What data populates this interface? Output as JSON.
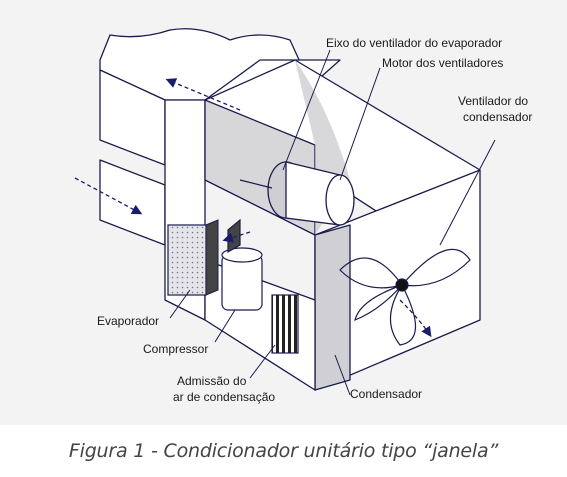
{
  "labels": {
    "eixo": "Eixo do ventilador do evaporador",
    "motor": "Motor dos ventiladores",
    "ventilador_l1": "Ventilador do",
    "ventilador_l2": "condensador",
    "evaporador": "Evaporador",
    "compressor": "Compressor",
    "admissao_l1": "Admissão do",
    "admissao_l2": "ar de condensação",
    "condensador": "Condensador"
  },
  "caption": "Figura 1 - Condicionador unitário tipo “janela”",
  "colors": {
    "panel_bg": "#f3f3f3",
    "line": "#1b1b4d",
    "shade": "#c8c8cc",
    "arrow": "#1b1b6a"
  }
}
